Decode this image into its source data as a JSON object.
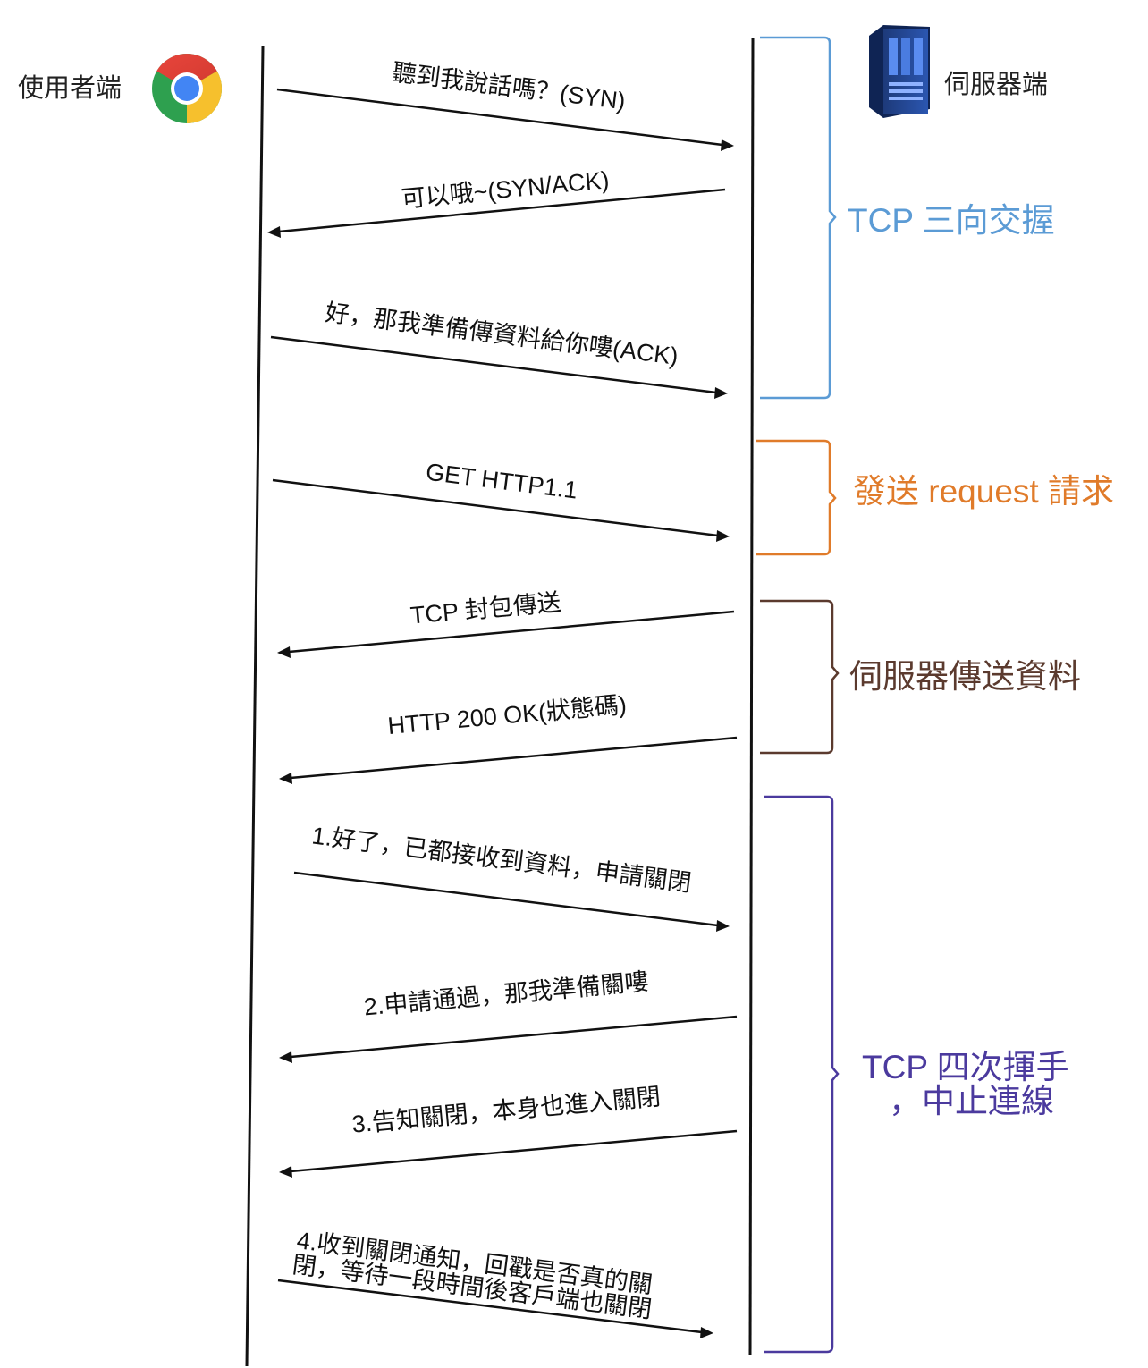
{
  "actors": {
    "client": {
      "label": "使用者端",
      "icon": "chrome-browser-icon"
    },
    "server": {
      "label": "伺服器端",
      "icon": "server-rack-icon"
    }
  },
  "messages": [
    {
      "id": "syn",
      "direction": "client-to-server",
      "lines": [
        "聽到我說話嗎？(SYN)"
      ]
    },
    {
      "id": "syn-ack",
      "direction": "server-to-client",
      "lines": [
        "可以哦~(SYN/ACK)"
      ]
    },
    {
      "id": "ack",
      "direction": "client-to-server",
      "lines": [
        "好，那我準備傳資料給你嘍(ACK)"
      ]
    },
    {
      "id": "get",
      "direction": "client-to-server",
      "lines": [
        "GET HTTP1.1"
      ]
    },
    {
      "id": "tcp-packets",
      "direction": "server-to-client",
      "lines": [
        "TCP 封包傳送"
      ]
    },
    {
      "id": "http-200",
      "direction": "server-to-client",
      "lines": [
        "HTTP 200 OK(狀態碼)"
      ]
    },
    {
      "id": "fin-1",
      "direction": "client-to-server",
      "lines": [
        "1.好了，已都接收到資料，申請關閉"
      ]
    },
    {
      "id": "fin-2",
      "direction": "server-to-client",
      "lines": [
        "2.申請通過，那我準備關嘍"
      ]
    },
    {
      "id": "fin-3",
      "direction": "server-to-client",
      "lines": [
        "3.告知關閉，本身也進入關閉"
      ]
    },
    {
      "id": "fin-4",
      "direction": "client-to-server",
      "lines": [
        "4.收到關閉通知，回戳是否真的關",
        "閉，等待一段時間後客戶端也關閉"
      ]
    }
  ],
  "groups": [
    {
      "id": "handshake",
      "lines": [
        "TCP 三向交握"
      ],
      "color": "#5b9bd5"
    },
    {
      "id": "request",
      "lines": [
        "發送 request 請求"
      ],
      "color": "#e07b2a"
    },
    {
      "id": "response",
      "lines": [
        "伺服器傳送資料"
      ],
      "color": "#5b3a2e"
    },
    {
      "id": "teardown",
      "lines": [
        "TCP 四次揮手",
        "，中止連線"
      ],
      "color": "#4b3a9e"
    }
  ],
  "colors": {
    "lifeline": "#111111",
    "arrow": "#111111"
  }
}
